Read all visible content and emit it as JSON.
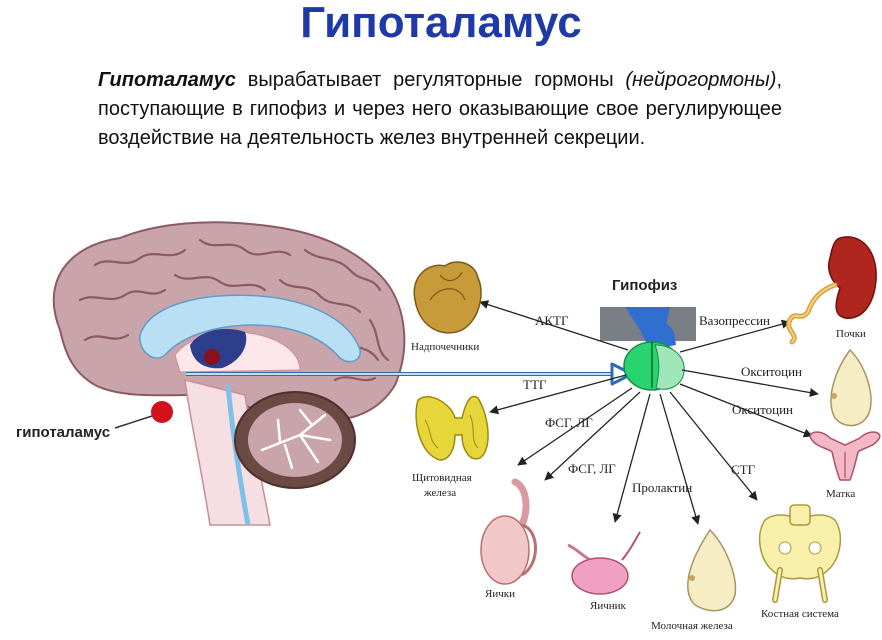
{
  "title": "Гипоталамус",
  "paragraph": {
    "term": "Гипоталамус",
    "text1": " вырабатывает регуляторные гормоны ",
    "italic": "(нейрогормоны)",
    "text2": ", поступающие в гипофиз и через него оказывающие свое регулирующее воздействие на деятельность желез внутренней секреции."
  },
  "brain": {
    "label": "гипоталамус"
  },
  "pituitary": {
    "label": "Гипофиз"
  },
  "hormones": {
    "actg": "АКТГ",
    "ttg": "ТТГ",
    "fsg_lg_1": "ФСГ, ЛГ",
    "fsg_lg_2": "ФСГ, ЛГ",
    "prolactin": "Пролактин",
    "vasopressin": "Вазопрессин",
    "oxytocin_1": "Окситоцин",
    "oxytocin_2": "Окситоцин",
    "stg": "СТГ"
  },
  "organs": {
    "adrenal": "Надпочечники",
    "thyroid_1": "Щитовидная",
    "thyroid_2": "железа",
    "testes": "Яички",
    "ovary": "Яичник",
    "mammary": "Молочная железа",
    "bones": "Костная система",
    "kidneys": "Почки",
    "uterus": "Матка"
  },
  "colors": {
    "title": "#1f3aa6",
    "arrow": "#2e6db4",
    "hypothalamus_dot": "#d0101a",
    "brain": "#c9a4aa"
  }
}
